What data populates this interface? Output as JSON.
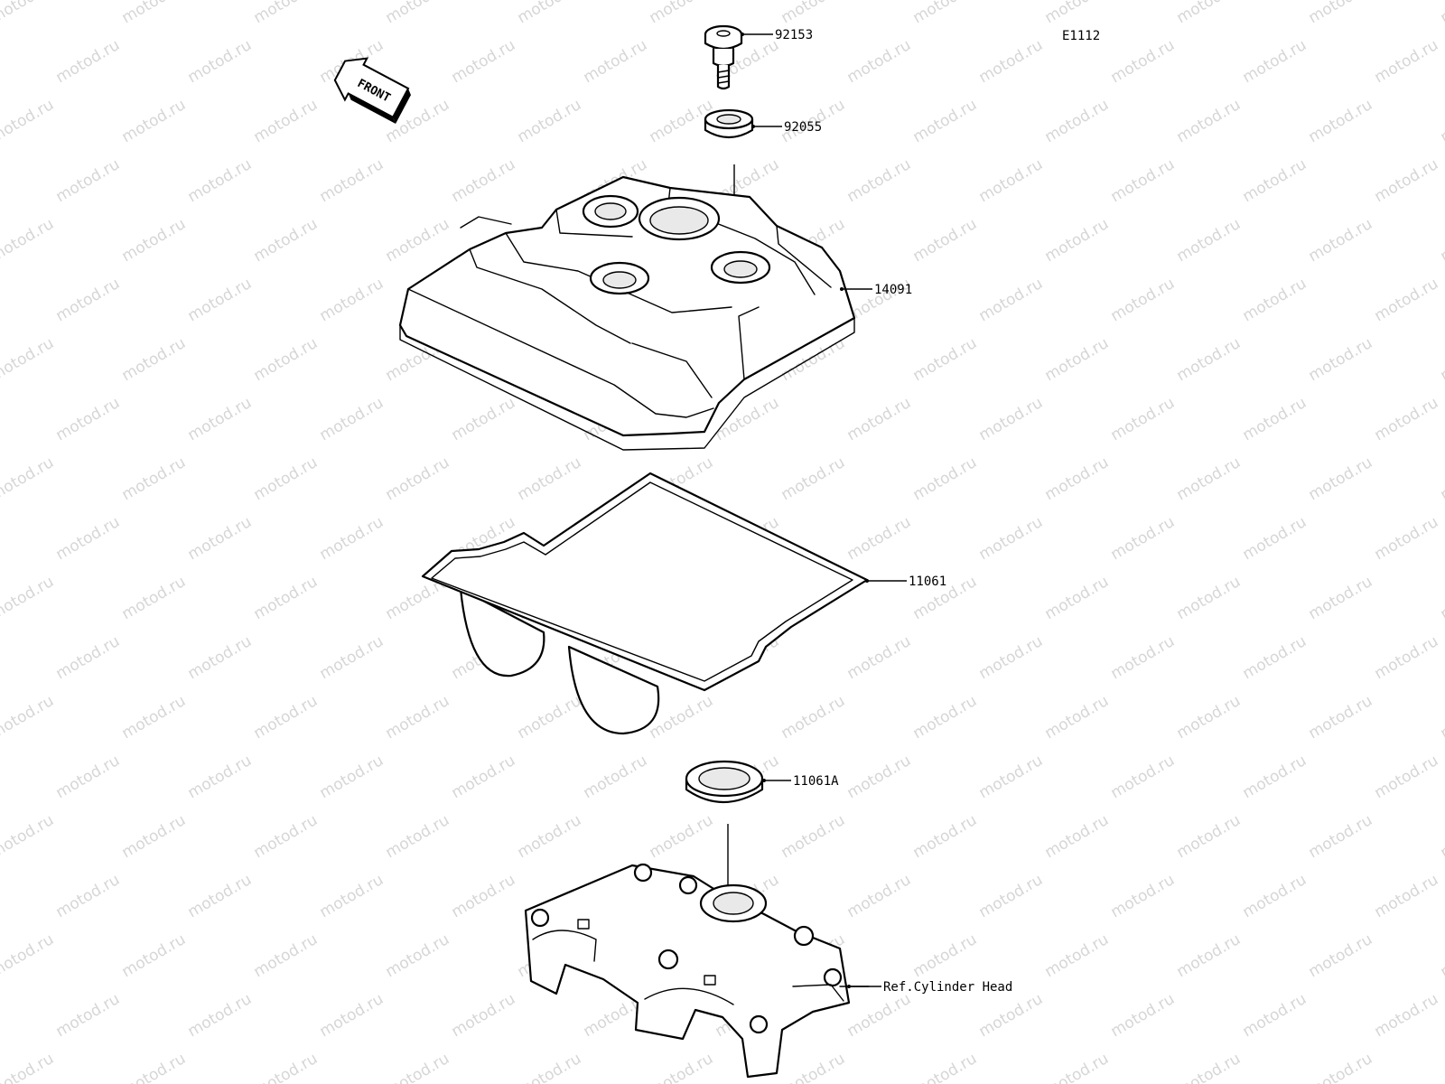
{
  "diagram_code": "E1112",
  "watermark": "motod.ru",
  "front_label": "FRONT",
  "parts": [
    {
      "id": "92153",
      "label": "92153"
    },
    {
      "id": "92055",
      "label": "92055"
    },
    {
      "id": "14091",
      "label": "14091"
    },
    {
      "id": "11061",
      "label": "11061"
    },
    {
      "id": "11061A",
      "label": "11061A"
    },
    {
      "id": "ref",
      "label": "Ref.Cylinder Head"
    }
  ]
}
